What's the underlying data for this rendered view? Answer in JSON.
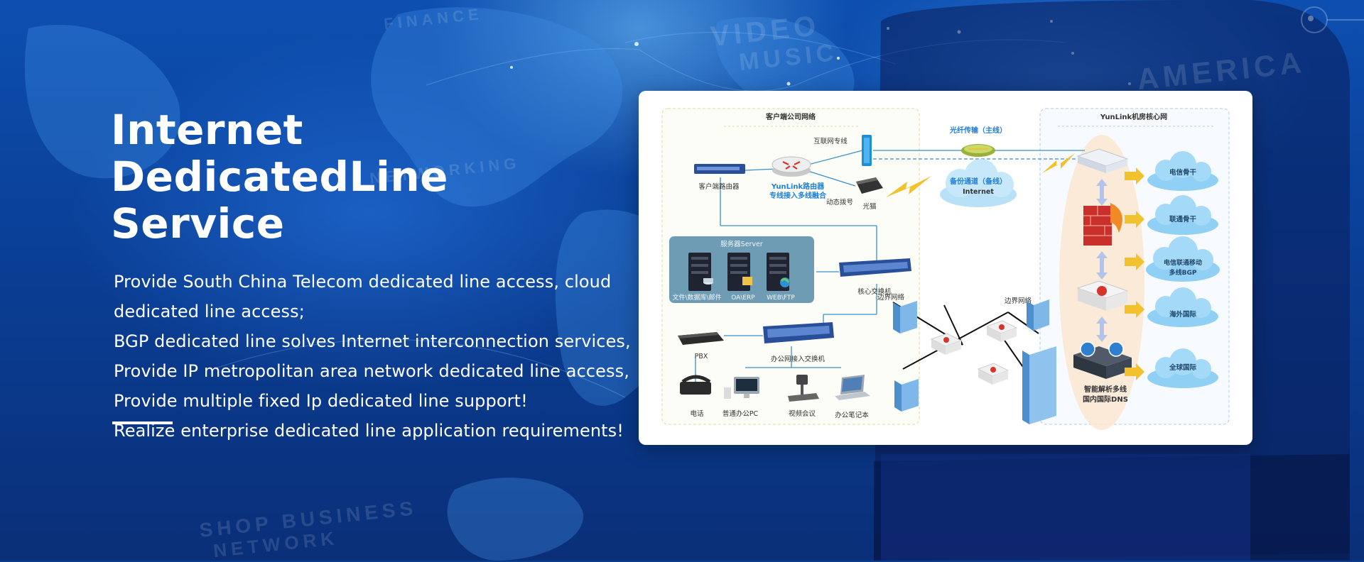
{
  "hero": {
    "title_lines": [
      "Internet DedicatedLine",
      "Service"
    ],
    "description_lines": [
      "Provide South China Telecom dedicated line access, cloud",
      "dedicated line access;",
      "BGP dedicated line solves Internet interconnection services,",
      "Provide IP metropolitan area network dedicated line access,",
      "Provide multiple fixed Ip dedicated line support!",
      "Realize enterprise dedicated line application requirements!"
    ]
  },
  "background_text": [
    "VIDEO",
    "MUSIC",
    "FINANCE",
    "NETWORKING",
    "SHOP BUSINESS",
    "NETWORK",
    "AMERICA"
  ],
  "diagram": {
    "customer_zone_label": "客户端公司网络",
    "core_zone_label": "YunLink机房核心网",
    "internet_line_label": "互联网专线",
    "fiber_label": "光纤传输（主线）",
    "backup_label": "备份通道（备线）",
    "internet_label": "Internet",
    "router_name": "YunLink路由器",
    "router_sub": "专线接入多线融合",
    "dialup_label": "动态拨号",
    "modem_label": "光猫",
    "egress_router_label": "客户端路由器",
    "server_group_label": "服务器Server",
    "server_labels": [
      "文件\\数据库\\邮件",
      "OA\\ERP",
      "WEB\\FTP"
    ],
    "core_switch_label": "核心交换机",
    "border_net_labels": [
      "边界网络",
      "边界网络"
    ],
    "pbx_label": "PBX",
    "office_switch_label": "办公网接入交换机",
    "endpoint_labels": [
      "电话",
      "普通办公PC",
      "视频会议",
      "办公笔记本"
    ],
    "dns_label_lines": [
      "智能解析多线",
      "国内国际DNS"
    ],
    "backbone_labels": [
      [
        "电信骨干"
      ],
      [
        "联通骨干"
      ],
      [
        "电信联通移动",
        "多线BGP"
      ],
      [
        "海外国际"
      ],
      [
        "全球国际"
      ]
    ]
  },
  "colors": {
    "background": "#0b3d8f",
    "title": "#ffffff",
    "accent_blue": "#1f7fd6",
    "firewall_red": "#d7342b",
    "arrow_yellow": "#f2c12e",
    "cloud_blue": "#8fd0f4"
  }
}
